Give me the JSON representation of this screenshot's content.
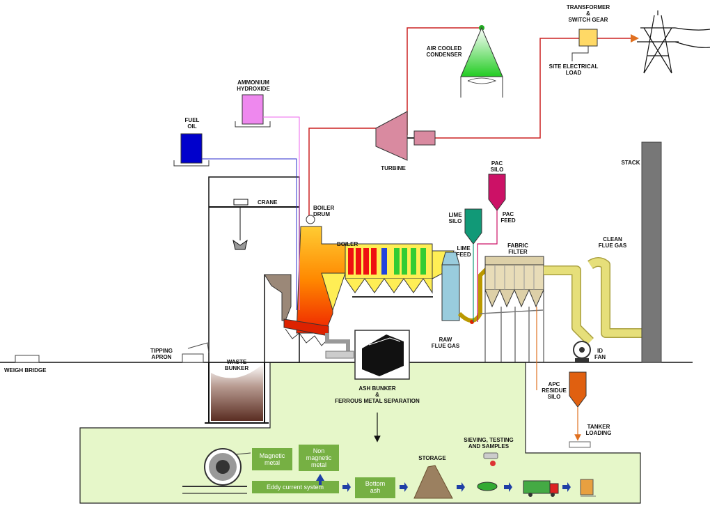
{
  "labels": {
    "transformer": [
      "TRANSFORMER",
      "&",
      "SWITCH GEAR"
    ],
    "site_load": [
      "SITE ELECTRICAL",
      "LOAD"
    ],
    "condenser": [
      "AIR COOLED",
      "CONDENSER"
    ],
    "ammonium": [
      "AMMONIUM",
      "HYDROXIDE"
    ],
    "fuel_oil": [
      "FUEL",
      "OIL"
    ],
    "turbine": "TURBINE",
    "stack": "STACK",
    "pac_silo": [
      "PAC",
      "SILO"
    ],
    "pac_feed": [
      "PAC",
      "FEED"
    ],
    "lime_silo": [
      "LIME",
      "SILO"
    ],
    "lime_feed": [
      "LIME",
      "FEED"
    ],
    "crane": "CRANE",
    "boiler_drum": [
      "BOILER",
      "DRUM"
    ],
    "boiler": "BOILER",
    "fabric_filter": [
      "FABRIC",
      "FILTER"
    ],
    "clean_gas": [
      "CLEAN",
      "FLUE GAS"
    ],
    "raw_gas": [
      "RAW",
      "FLUE GAS"
    ],
    "id_fan": [
      "ID",
      "FAN"
    ],
    "tipping": [
      "TIPPING",
      "APRON"
    ],
    "weigh": "WEIGH BRIDGE",
    "waste_bunker": [
      "WASTE",
      "BUNKER"
    ],
    "ash_bunker": [
      "ASH BUNKER",
      "&",
      "FERROUS METAL SEPARATION"
    ],
    "apc_silo": [
      "APC",
      "RESIDUE",
      "SILO"
    ],
    "tanker": [
      "TANKER",
      "LOADING"
    ],
    "sieving": [
      "SIEVING, TESTING",
      "AND SAMPLES"
    ],
    "storage": "STORAGE",
    "magnetic": [
      "Magnetic",
      "metal"
    ],
    "non_magnetic": [
      "Non",
      "magnetic",
      "metal"
    ],
    "eddy": "Eddy current system",
    "bottom_ash": [
      "Bottom",
      "ash"
    ]
  }
}
